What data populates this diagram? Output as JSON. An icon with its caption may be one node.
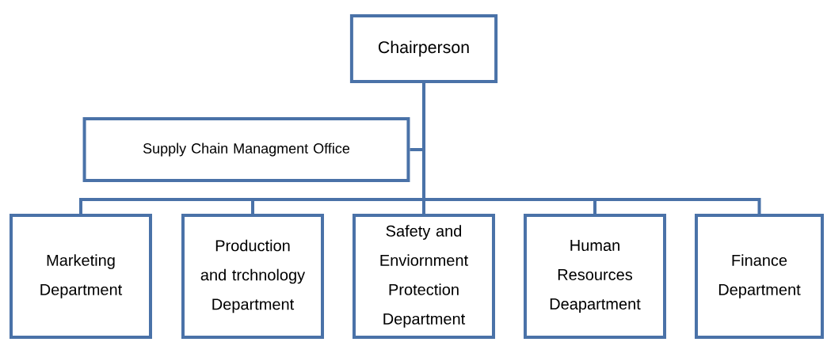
{
  "diagram": {
    "nodes": [
      {
        "text": [
          "Chairperson"
        ]
      },
      {
        "text": [
          "Supply Chain Managment Office"
        ]
      },
      {
        "text": [
          "Marketing Department"
        ]
      },
      {
        "text": [
          "Production and trchnology Department"
        ]
      },
      {
        "text": [
          "Safety and Enviornment Protection Department"
        ]
      },
      {
        "text": [
          "Human Resources Deapartment"
        ]
      },
      {
        "text": [
          "Finance Department"
        ]
      }
    ],
    "edges": [
      {
        "from": 0,
        "to": 1,
        "arrow": "none"
      },
      {
        "from": 0,
        "to": 2,
        "arrow": "none"
      },
      {
        "from": 0,
        "to": 3,
        "arrow": "none"
      },
      {
        "from": 0,
        "to": 4,
        "arrow": "none"
      },
      {
        "from": 0,
        "to": 5,
        "arrow": "none"
      },
      {
        "from": 0,
        "to": 6,
        "arrow": "none"
      }
    ]
  }
}
